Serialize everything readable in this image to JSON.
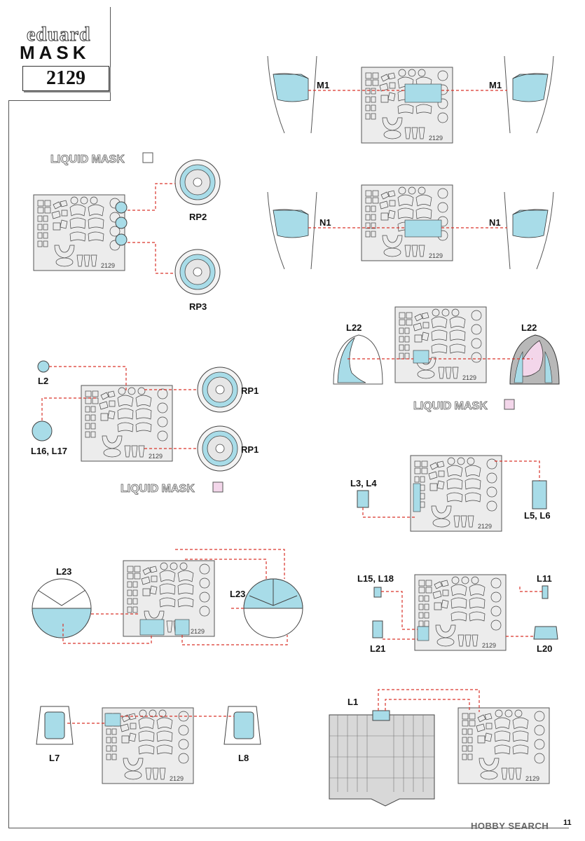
{
  "brand": {
    "name": "eduard",
    "product": "MASK",
    "set_number": "2129"
  },
  "sheet_code": "2129",
  "liquid_mask_label": "LIQUID MASK",
  "labels": {
    "M1": "M1",
    "N1": "N1",
    "RP2": "RP2",
    "RP3": "RP3",
    "RP1": "RP1",
    "L22": "L22",
    "L2": "L2",
    "L16_L17": "L16, L17",
    "L3_L4": "L3, L4",
    "L5_L6": "L5, L6",
    "L23": "L23",
    "L15_L18": "L15, L18",
    "L11": "L11",
    "L21": "L21",
    "L20": "L20",
    "L7": "L7",
    "L8": "L8",
    "L1": "L1"
  },
  "page_number": "11",
  "watermark": "HOBBY SEARCH",
  "colors": {
    "mask_blue": "#a8dce8",
    "liquid_pink": "#f3d6ea",
    "lead_red": "#d9342b",
    "sheet_grey": "#ececec"
  }
}
